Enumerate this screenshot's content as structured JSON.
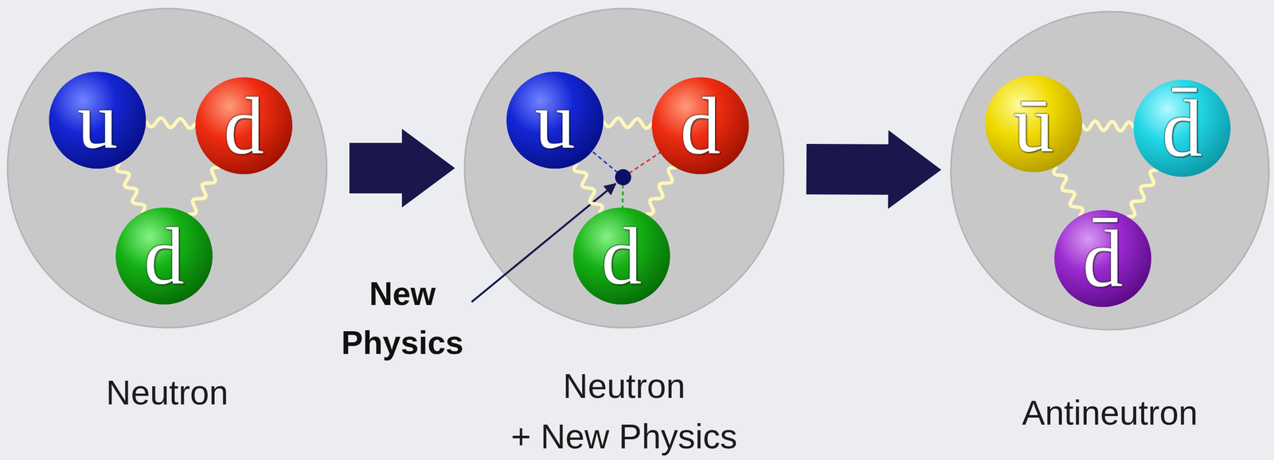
{
  "diagram": {
    "nodes": [
      {
        "text": [
          "Neutron"
        ]
      },
      {
        "text": [
          "u"
        ],
        "in": 0
      },
      {
        "text": [
          "d"
        ],
        "in": 0
      },
      {
        "text": [
          "d"
        ],
        "in": 0
      },
      {
        "text": [
          "Neutron + New Physics"
        ]
      },
      {
        "text": [
          "u"
        ],
        "in": 4
      },
      {
        "text": [
          "d"
        ],
        "in": 4
      },
      {
        "text": [
          "d"
        ],
        "in": 4
      },
      {
        "text": [
          "Antineutron"
        ]
      },
      {
        "text": [
          "ū"
        ],
        "in": 8
      },
      {
        "text": [
          "d̄"
        ],
        "in": 8
      },
      {
        "text": [
          "d̄"
        ],
        "in": 8
      }
    ],
    "edges": [
      {
        "from": 0,
        "to": 4,
        "arrow": "to"
      },
      {
        "from": 4,
        "to": 8,
        "arrow": "to"
      },
      {
        "from": 1,
        "to": 2,
        "arrow": "none"
      },
      {
        "from": 1,
        "to": 3,
        "arrow": "none"
      },
      {
        "from": 2,
        "to": 3,
        "arrow": "none"
      },
      {
        "from": 5,
        "to": 6,
        "arrow": "none"
      },
      {
        "from": 5,
        "to": 7,
        "arrow": "none"
      },
      {
        "from": 6,
        "to": 7,
        "arrow": "none"
      },
      {
        "from": 9,
        "to": 10,
        "arrow": "none"
      },
      {
        "from": 9,
        "to": 11,
        "arrow": "none"
      },
      {
        "from": 10,
        "to": 11,
        "arrow": "none"
      }
    ],
    "labels": [
      "New Physics"
    ]
  }
}
